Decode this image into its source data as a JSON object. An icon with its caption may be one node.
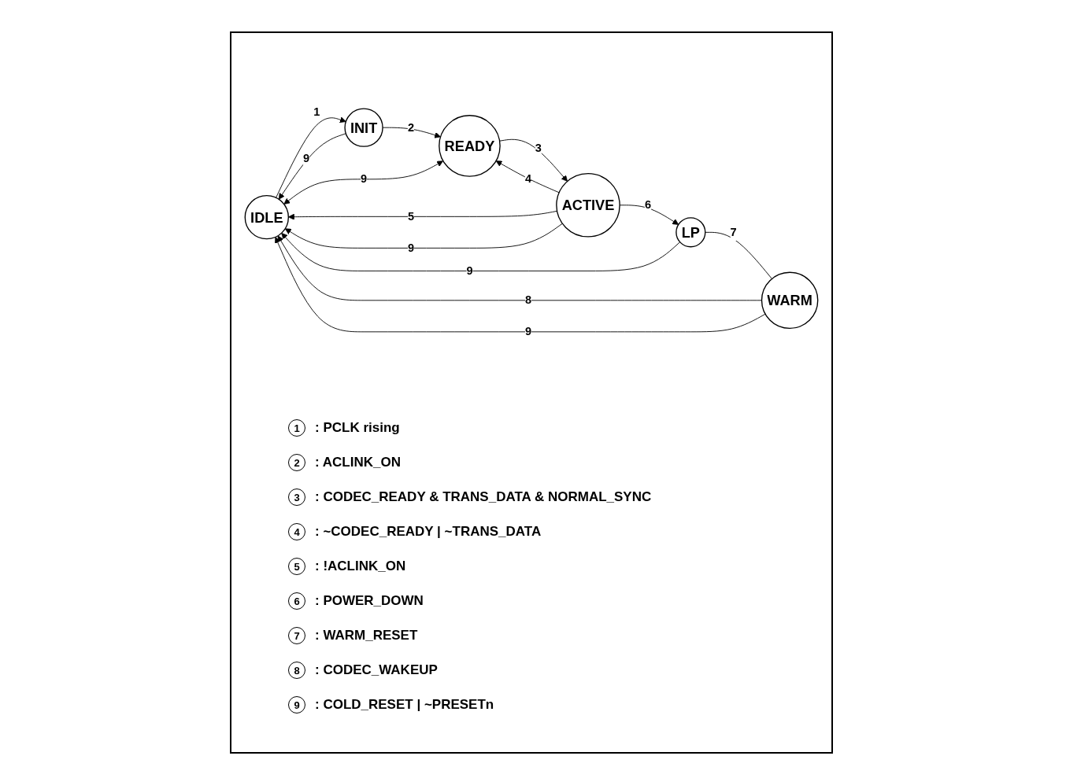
{
  "diagram": {
    "nodes": [
      {
        "text": [
          "IDLE"
        ]
      },
      {
        "text": [
          "WARM"
        ]
      },
      {
        "text": [
          "INIT"
        ]
      },
      {
        "text": [
          "ACTIVE"
        ]
      },
      {
        "text": [
          "LP"
        ]
      },
      {
        "text": [
          "READY"
        ]
      }
    ],
    "edges": [
      {
        "from": 0,
        "to": 2,
        "label": "1",
        "arrow": "to"
      },
      {
        "from": 2,
        "to": 5,
        "label": "2",
        "arrow": "to"
      },
      {
        "from": 5,
        "to": 3,
        "label": "3",
        "arrow": "to"
      },
      {
        "from": 3,
        "to": 5,
        "label": "4",
        "arrow": "to"
      },
      {
        "from": 3,
        "to": 0,
        "label": "5",
        "arrow": "to"
      },
      {
        "from": 3,
        "to": 4,
        "label": "6",
        "arrow": "to"
      },
      {
        "from": 4,
        "to": 1,
        "label": "7",
        "arrow": "none"
      },
      {
        "from": 1,
        "to": 0,
        "label": "8",
        "arrow": "to"
      },
      {
        "from": 1,
        "to": 0,
        "label": "9",
        "arrow": "to"
      },
      {
        "from": 3,
        "to": 0,
        "label": "9",
        "arrow": "to"
      },
      {
        "from": 4,
        "to": 0,
        "label": "9",
        "arrow": "to"
      },
      {
        "from": 2,
        "to": 0,
        "label": "9",
        "arrow": "to"
      },
      {
        "from": 5,
        "to": 0,
        "label": "9",
        "arrow": "both"
      }
    ],
    "labels": [
      "1",
      ": PCLK rising",
      "2",
      ": ACLINK_ON",
      "3",
      ": CODEC_READY & TRANS_DATA & NORMAL_SYNC",
      "4",
      ": ~CODEC_READY | ~TRANS_DATA",
      "5",
      ": !ACLINK_ON",
      "6",
      ": POWER_DOWN",
      "7",
      ": WARM_RESET",
      "8",
      ": CODEC_WAKEUP",
      "9",
      ": COLD_RESET | ~PRESETn"
    ]
  }
}
